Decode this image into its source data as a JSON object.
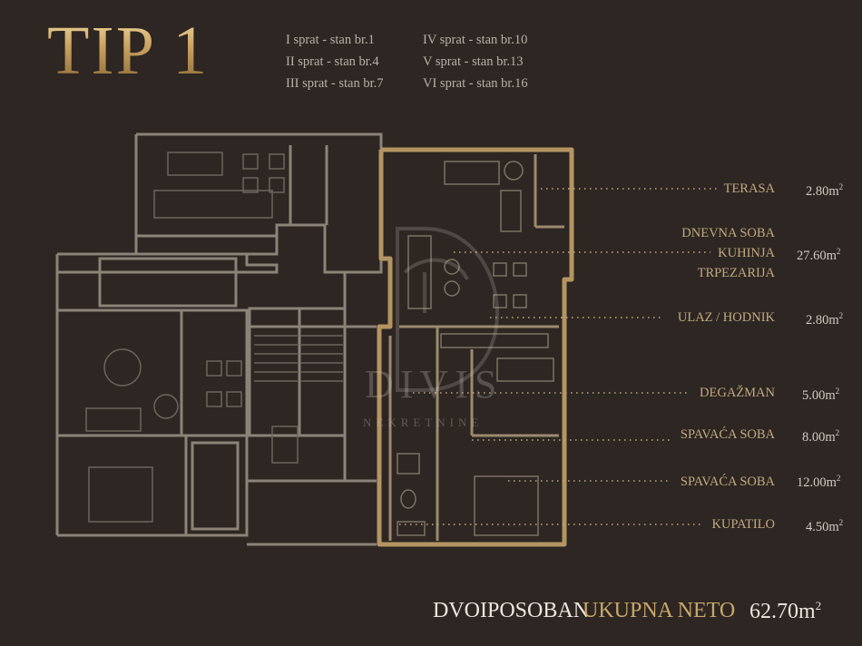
{
  "title": "TIP 1",
  "floors_left": [
    "I sprat - stan br.1",
    "II sprat - stan br.4",
    "III sprat - stan br.7"
  ],
  "floors_right": [
    "IV sprat - stan br.10",
    "V sprat - stan br.13",
    "VI sprat - stan br.16"
  ],
  "rooms": [
    {
      "label_lines": [
        "TERASA"
      ],
      "area": "2.80",
      "unit": "m",
      "exp": "2"
    },
    {
      "label_lines": [
        "DNEVNA SOBA",
        "KUHINJA",
        "TRPEZARIJA"
      ],
      "area": "27.60",
      "unit": "m",
      "exp": "2"
    },
    {
      "label_lines": [
        "ULAZ / HODNIK"
      ],
      "area": "2.80",
      "unit": "m",
      "exp": "2"
    },
    {
      "label_lines": [
        "DEGAŽMAN"
      ],
      "area": "5.00",
      "unit": "m",
      "exp": "2"
    },
    {
      "label_lines": [
        "SPAVAĆA SOBA"
      ],
      "area": "8.00",
      "unit": "m",
      "exp": "2"
    },
    {
      "label_lines": [
        "SPAVAĆA SOBA"
      ],
      "area": "12.00",
      "unit": "m",
      "exp": "2"
    },
    {
      "label_lines": [
        "KUPATILO"
      ],
      "area": "4.50",
      "unit": "m",
      "exp": "2"
    }
  ],
  "footer": {
    "type": "DVOIPOSOBAN",
    "total_label": "UKUPNA NETO",
    "total_value": "62.70m",
    "total_exp": "2"
  },
  "watermark": {
    "name": "DIVIS",
    "sub": "NEKRETNINE"
  },
  "colors": {
    "background": "#2d2622",
    "gold": "#c9a86a",
    "wall": "#8c8378",
    "highlight": "#b49562"
  }
}
